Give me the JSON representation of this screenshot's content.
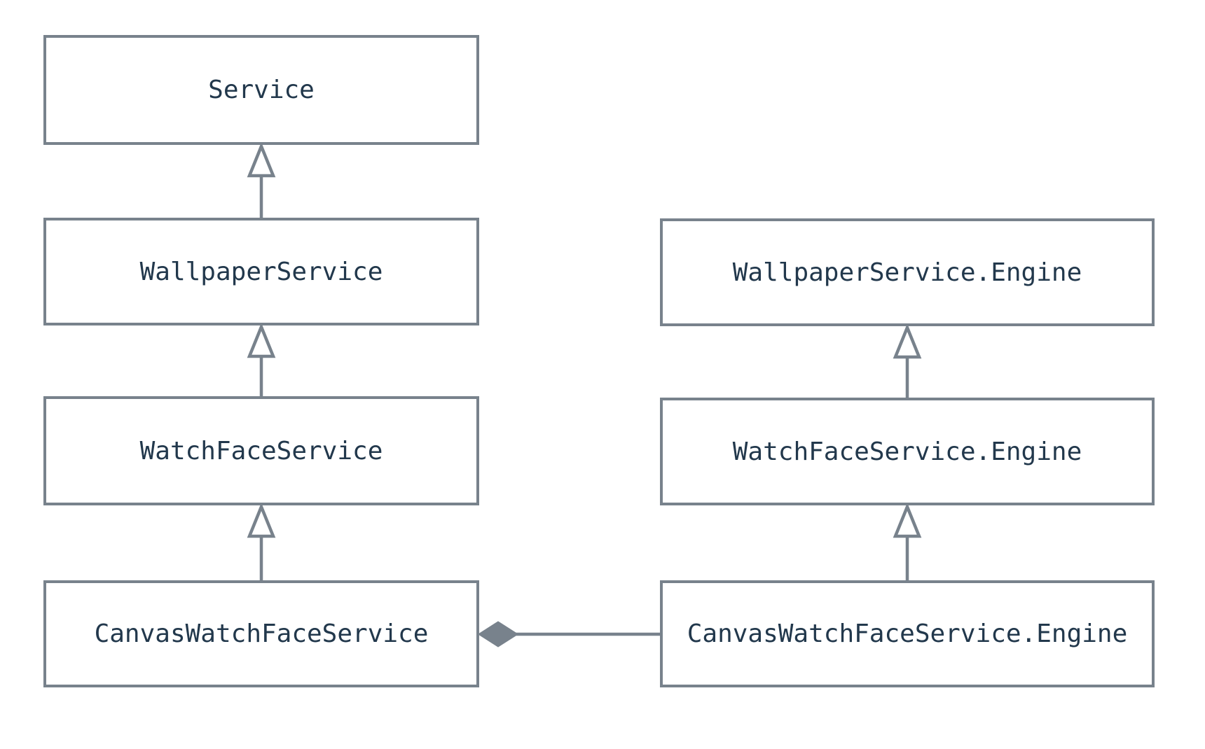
{
  "diagram": {
    "type": "uml-class-diagram",
    "colors": {
      "background": "#FFFFFF",
      "node_fill": "#FFFFFF",
      "stroke": "#78828C",
      "text": "#22384C"
    },
    "nodes": {
      "service": {
        "label": "Service"
      },
      "wallpaper_service": {
        "label": "WallpaperService"
      },
      "watch_face_service": {
        "label": "WatchFaceService"
      },
      "canvas_watch_face_service": {
        "label": "CanvasWatchFaceService"
      },
      "wallpaper_service_engine": {
        "label": "WallpaperService.Engine"
      },
      "watch_face_service_engine": {
        "label": "WatchFaceService.Engine"
      },
      "canvas_watch_face_service_engine": {
        "label": "CanvasWatchFaceService.Engine"
      }
    },
    "edges": [
      {
        "from": "WallpaperService",
        "to": "Service",
        "type": "inheritance"
      },
      {
        "from": "WatchFaceService",
        "to": "WallpaperService",
        "type": "inheritance"
      },
      {
        "from": "CanvasWatchFaceService",
        "to": "WatchFaceService",
        "type": "inheritance"
      },
      {
        "from": "WatchFaceService.Engine",
        "to": "WallpaperService.Engine",
        "type": "inheritance"
      },
      {
        "from": "CanvasWatchFaceService.Engine",
        "to": "WatchFaceService.Engine",
        "type": "inheritance"
      },
      {
        "from": "CanvasWatchFaceService",
        "to": "CanvasWatchFaceService.Engine",
        "type": "composition"
      }
    ]
  }
}
